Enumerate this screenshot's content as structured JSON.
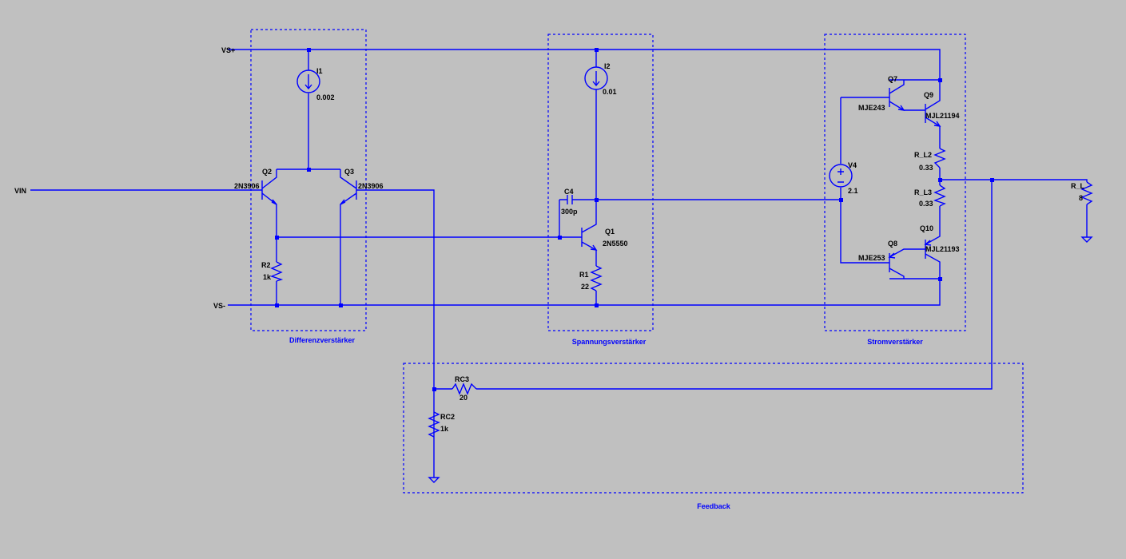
{
  "nets": {
    "vs_plus": "VS+",
    "vs_minus": "VS-",
    "vin": "VIN"
  },
  "blocks": {
    "diff": "Differenzverstärker",
    "span": "Spannungsverstärker",
    "strom": "Stromverstärker",
    "feedback": "Feedback"
  },
  "components": {
    "I1": {
      "name": "I1",
      "value": "0.002"
    },
    "I2": {
      "name": "I2",
      "value": "0.01"
    },
    "Q2": {
      "name": "Q2",
      "model": "2N3906"
    },
    "Q3": {
      "name": "Q3",
      "model": "2N3906"
    },
    "R2": {
      "name": "R2",
      "value": "1k"
    },
    "C4": {
      "name": "C4",
      "value": "300p"
    },
    "Q1": {
      "name": "Q1",
      "model": "2N5550"
    },
    "R1": {
      "name": "R1",
      "value": "22"
    },
    "Q7": {
      "name": "Q7",
      "model": "MJE243"
    },
    "Q9": {
      "name": "Q9",
      "model": "MJL21194"
    },
    "V4": {
      "name": "V4",
      "value": "2.1"
    },
    "R_L2": {
      "name": "R_L2",
      "value": "0.33"
    },
    "R_L3": {
      "name": "R_L3",
      "value": "0.33"
    },
    "Q8": {
      "name": "Q8",
      "model": "MJE253"
    },
    "Q10": {
      "name": "Q10",
      "model": "MJL21193"
    },
    "R_L": {
      "name": "R_L",
      "value": "8"
    },
    "RC3": {
      "name": "RC3",
      "value": "20"
    },
    "RC2": {
      "name": "RC2",
      "value": "1k"
    }
  },
  "colors": {
    "background": "#c0c0c0",
    "wire": "#0000ff",
    "text": "#000000"
  }
}
